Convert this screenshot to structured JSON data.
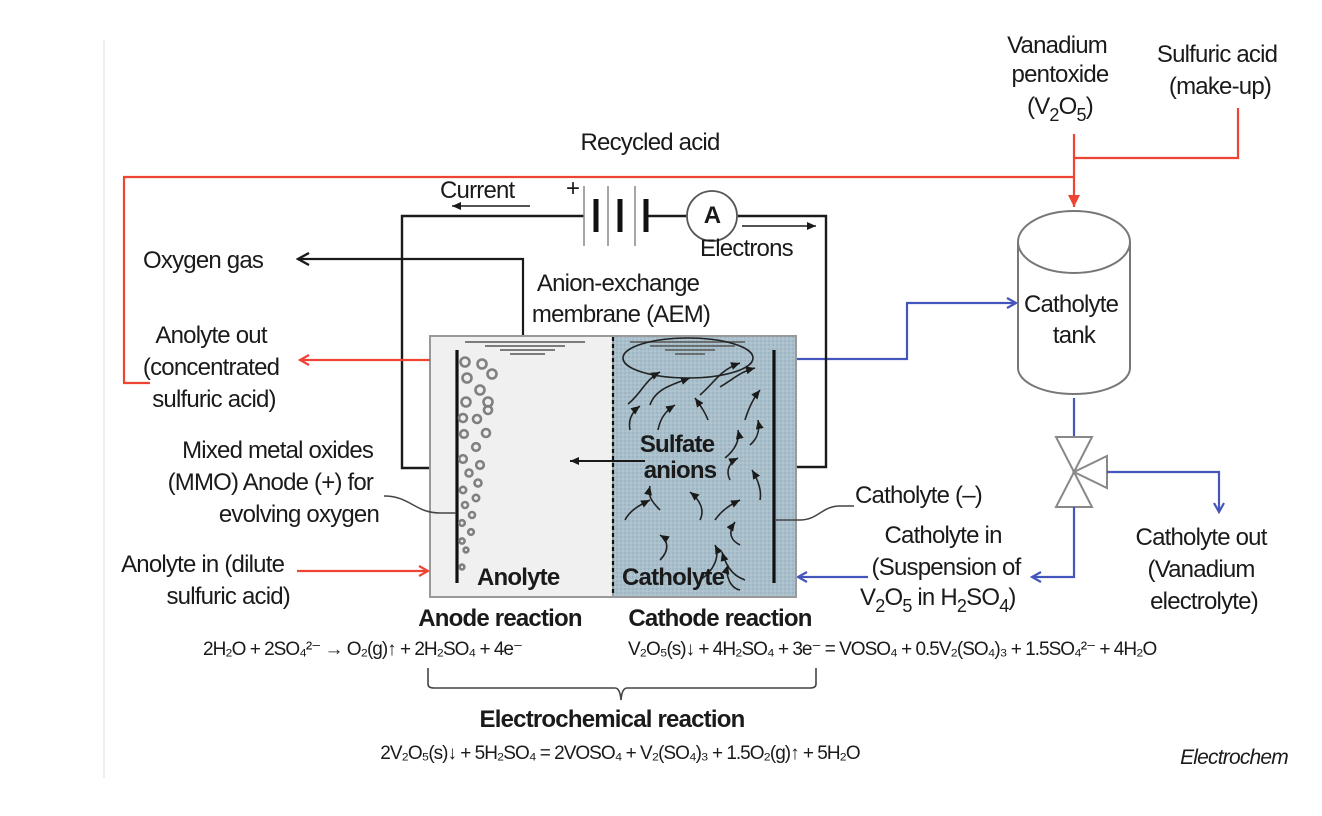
{
  "title": "Electrochemical reduction of vanadium pentoxide using anion-exchange membrane cell",
  "colors": {
    "acid_line": "#ee4433",
    "catholyte_line": "#4455bb",
    "circuit_line": "#1a1a1a",
    "anolyte_fill": "#f0f0f0",
    "catholyte_fill": "#a9c0cc"
  },
  "labels": {
    "recycled_acid": "Recycled acid",
    "current": "Current",
    "plus": "+",
    "ammeter": "A",
    "electrons": "Electrons",
    "oxygen_gas": "Oxygen gas",
    "membrane": [
      "Anion-exchange",
      "membrane (AEM)"
    ],
    "anolyte_out": [
      "Anolyte out",
      "(concentrated",
      "sulfuric acid)"
    ],
    "anode_desc": [
      "Mixed metal oxides",
      "(MMO) Anode (+) for",
      "evolving oxygen"
    ],
    "anolyte_in": [
      "Anolyte in (dilute",
      "sulfuric acid)"
    ],
    "anolyte": "Anolyte",
    "catholyte": "Catholyte",
    "sulfate_anions": [
      "Sulfate",
      "anions"
    ],
    "catholyte_electrode": "Catholyte (–)",
    "catholyte_in": [
      "Catholyte in",
      "(Suspension of"
    ],
    "catholyte_in_formula": {
      "v": "V",
      "v_sub": "2",
      "o": "O",
      "o_sub": "5",
      "mid": " in H",
      "h_sub": "2",
      "so": "SO",
      "so_sub": "4",
      "end": ")"
    },
    "vanadium_pentoxide": [
      "Vanadium",
      "pentoxide"
    ],
    "v2o5_formula": {
      "open": "(V",
      "v_sub": "2",
      "o": "O",
      "o_sub": "5",
      "close": ")"
    },
    "sulfuric_makeup": [
      "Sulfuric acid",
      "(make-up)"
    ],
    "catholyte_tank": [
      "Catholyte",
      "tank"
    ],
    "catholyte_out": [
      "Catholyte out",
      "(Vanadium",
      "electrolyte)"
    ]
  },
  "reactions": {
    "anode_title": "Anode reaction",
    "anode_equation": "2H₂O + 2SO₄²⁻ → O₂(g)↑ + 2H₂SO₄ + 4e⁻",
    "cathode_title": "Cathode reaction",
    "cathode_equation": "V₂O₅(s)↓ + 4H₂SO₄ + 3e⁻ = VOSO₄ + 0.5V₂(SO₄)₃ + 1.5SO₄²⁻ + 4H₂O",
    "overall_title": "Electrochemical reaction",
    "overall_equation": "2V₂O₅(s)↓ + 5H₂SO₄ = 2VOSO₄ + V₂(SO₄)₃ + 1.5O₂(g)↑ + 5H₂O"
  },
  "credit": "Electrochem"
}
